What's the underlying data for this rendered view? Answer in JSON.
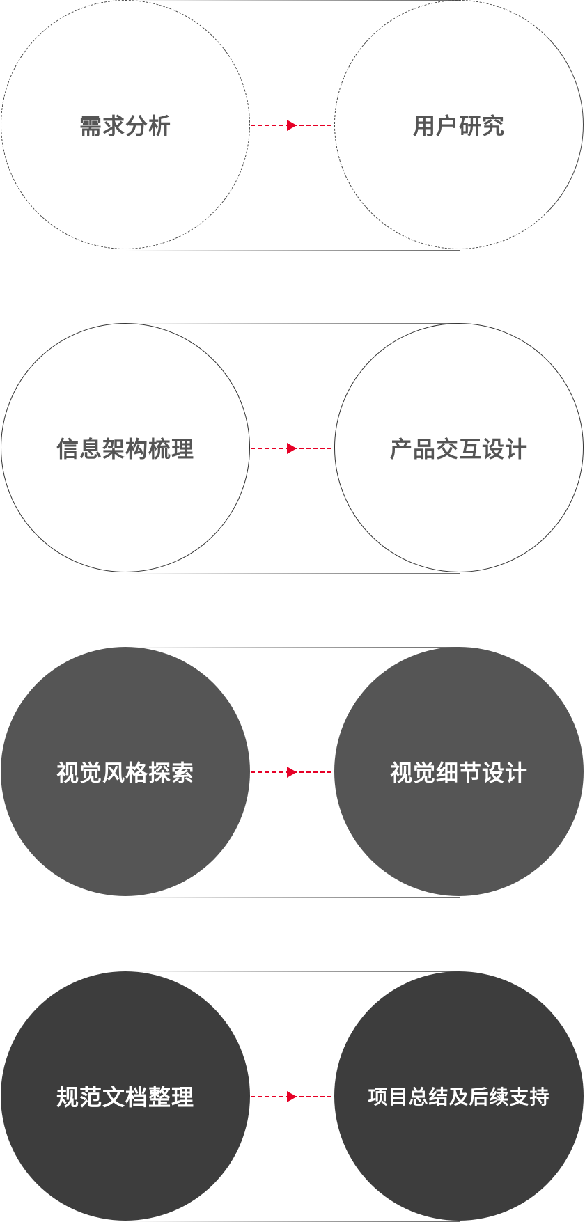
{
  "accent_color": "#e60026",
  "rows": [
    {
      "left": "需求分析",
      "right": "用户研究",
      "style": "dashed"
    },
    {
      "left": "信息架构梳理",
      "right": "产品交互设计",
      "style": "outline"
    },
    {
      "left": "视觉风格探索",
      "right": "视觉细节设计",
      "style": "gray"
    },
    {
      "left": "规范文档整理",
      "right": "项目总结及后续支持",
      "style": "dark"
    }
  ]
}
